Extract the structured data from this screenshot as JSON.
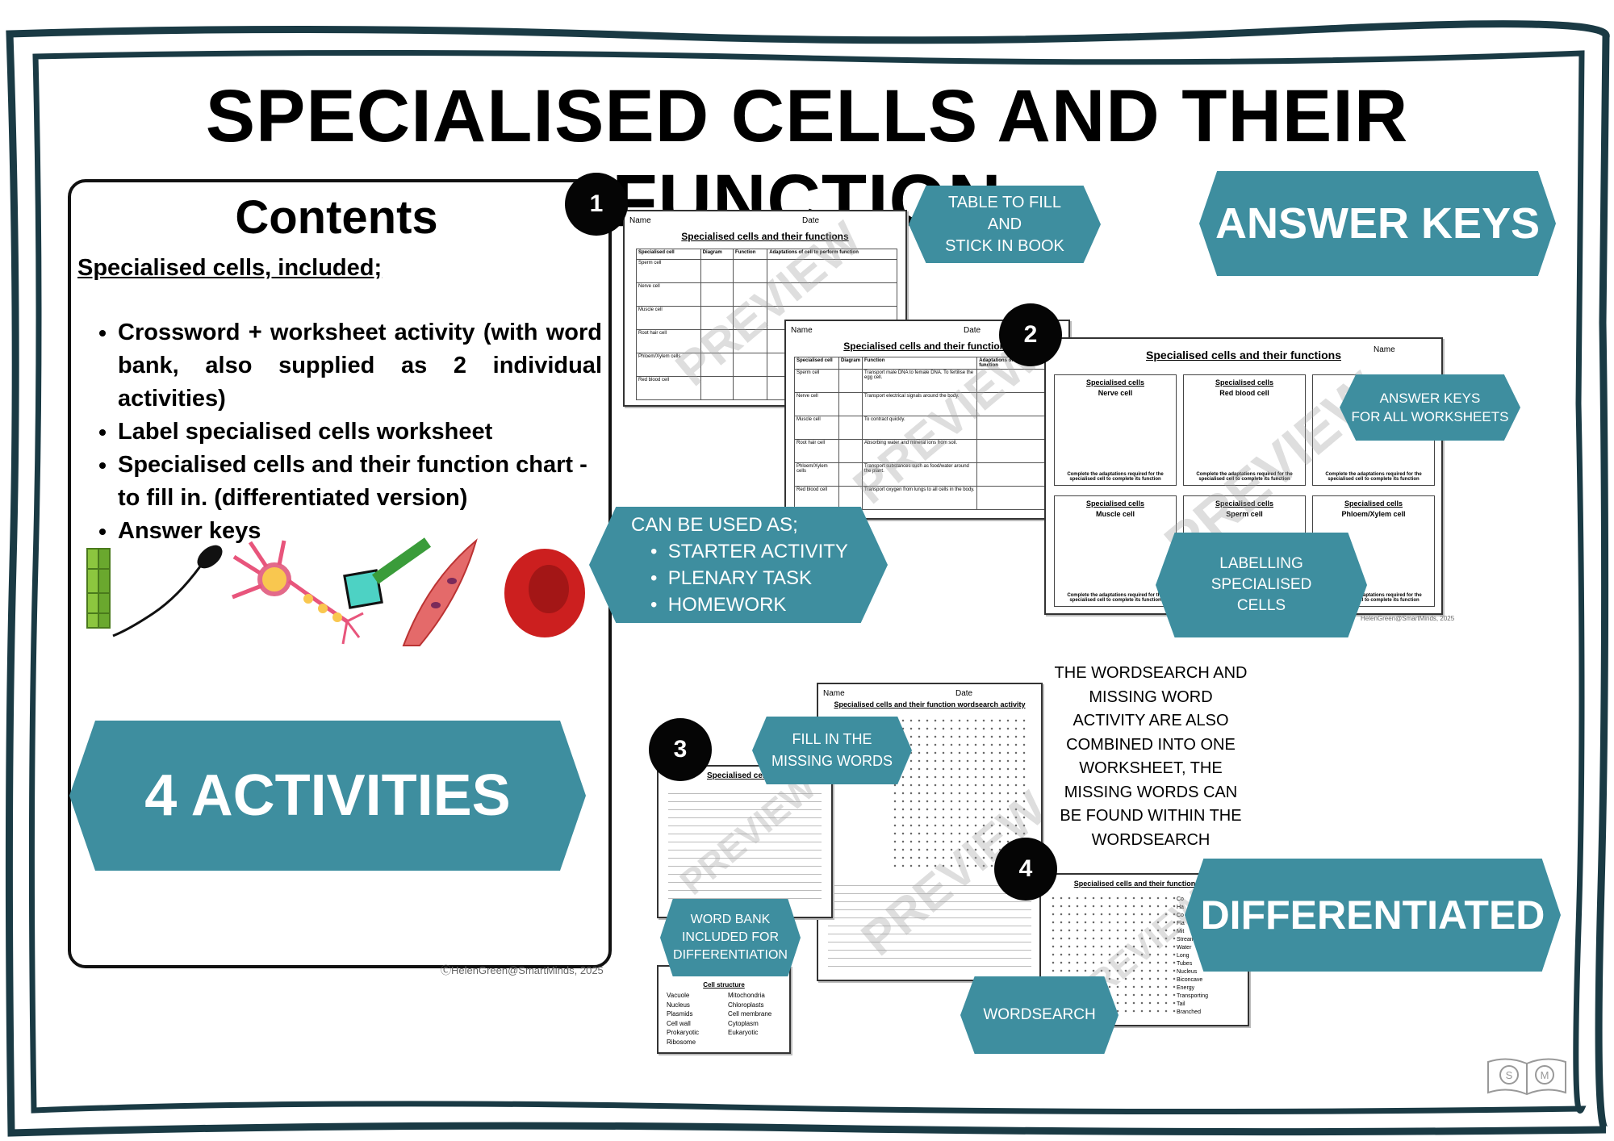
{
  "page": {
    "title": "SPECIALISED CELLS AND THEIR FUNCTION",
    "copyright": "ⒸHelenGreen@SmartMinds, 2025"
  },
  "contents": {
    "heading": "Contents",
    "subheading": "Specialised cells, included;",
    "items": [
      "Crossword + worksheet activity (with word bank, also supplied as 2 individual activities)",
      "Label specialised cells worksheet",
      "Specialised cells and their function chart - to fill in. (differentiated version)",
      "Answer keys"
    ]
  },
  "banners": {
    "activities": "4 ACTIVITIES",
    "answer_keys": "ANSWER KEYS",
    "differentiated": "DIFFERENTIATED",
    "table_fill": [
      "TABLE TO FILL",
      "AND",
      "STICK IN BOOK"
    ],
    "answer_keys_all": [
      "ANSWER KEYS",
      "FOR ALL WORKSHEETS"
    ],
    "can_be_used": {
      "heading": "CAN BE USED AS;",
      "items": [
        "STARTER ACTIVITY",
        "PLENARY TASK",
        "HOMEWORK"
      ]
    },
    "labelling": [
      "LABELLING",
      "SPECIALISED",
      "CELLS"
    ],
    "fill_missing": [
      "FILL IN THE",
      "MISSING WORDS"
    ],
    "word_bank": [
      "WORD BANK",
      "INCLUDED FOR",
      "DIFFERENTIATION"
    ],
    "wordsearch": "WORDSEARCH"
  },
  "numbers": [
    "1",
    "2",
    "3",
    "4"
  ],
  "note_lines": [
    "THE WORDSEARCH AND",
    "MISSING WORD",
    "ACTIVITY ARE ALSO",
    "COMBINED INTO ONE",
    "WORKSHEET, THE",
    "MISSING WORDS CAN",
    "BE FOUND WITHIN THE",
    "WORDSEARCH"
  ],
  "previews": {
    "watermark": "PREVIEW",
    "sheet1": {
      "name_label": "Name",
      "date_label": "Date",
      "title": "Specialised cells and their functions",
      "columns": [
        "Specialised cell",
        "Diagram",
        "Function",
        "Adaptations of cell to perform function"
      ],
      "rows": [
        "Sperm cell",
        "Nerve cell",
        "Muscle cell",
        "Root hair cell",
        "Phloem/Xylem cells",
        "Red blood cell"
      ]
    },
    "sheet2": {
      "name_label": "Name",
      "date_label": "Date",
      "title": "Specialised cells and their functions",
      "columns": [
        "Specialised cell",
        "Diagram",
        "Function",
        "Adaptations of cell to perform function"
      ],
      "rows": [
        "Sperm cell",
        "Nerve cell",
        "Muscle cell",
        "Root hair cell",
        "Phloem/Xylem cells",
        "Red blood cell"
      ],
      "functions": [
        "Transport male DNA to female DNA. To fertilise the egg cell.",
        "Transport electrical signals around the body.",
        "To contract quickly.",
        "Absorbing water and mineral ions from soil.",
        "Transport substances such as food/water around the plant.",
        "Transport oxygen from lungs to all cells in the body."
      ]
    },
    "sheet3": {
      "title": "Specialised cells and their functions",
      "name_label": "Name",
      "card_title": "Specialised cells",
      "cards": [
        "Nerve cell",
        "Red blood cell",
        "",
        "Muscle cell",
        "Sperm cell",
        "Phloem/Xylem cell"
      ],
      "card_footer": "Complete the adaptations required for the specialised cell to complete its function",
      "copyright": "HelenGreen@SmartMinds, 2025"
    },
    "sheet4": {
      "name_label": "Name",
      "date_label": "Date",
      "title": "Specialised cells and their function wordsearch activity"
    },
    "sheet5": {
      "title": "Specialised cells",
      "wordbank_title": "Cell structure",
      "wordbank_left": [
        "Vacuole",
        "Nucleus",
        "Plasmids",
        "Cell wall",
        "Prokaryotic",
        "Ribosome"
      ],
      "wordbank_right": [
        "Mitochondria",
        "Chloroplasts",
        "Cell membrane",
        "Cytoplasm",
        "Eukaryotic"
      ]
    },
    "sheet6": {
      "title": "Specialised cells and their function word",
      "words": [
        "Co",
        "Ha",
        "Co",
        "Fla",
        "Mit",
        "Streamlined",
        "Water",
        "Long",
        "Tubes",
        "Nucleus",
        "Biconcave",
        "Energy",
        "Transporting",
        "Tail",
        "Branched"
      ]
    }
  },
  "colors": {
    "accent": "#3e8e9f",
    "badge": "#050505",
    "border": "#1a3a44"
  }
}
